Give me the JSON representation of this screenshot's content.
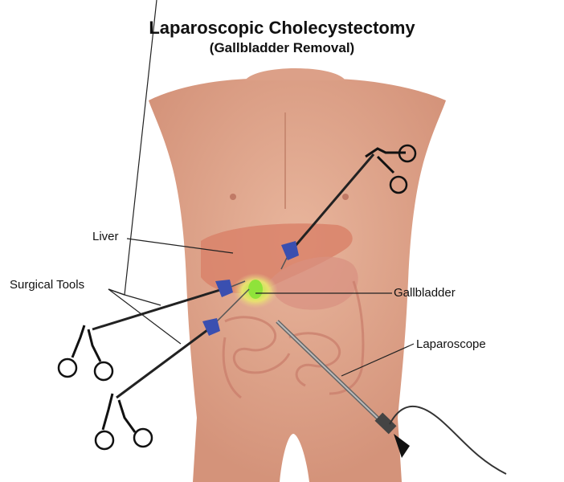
{
  "header": {
    "title": "Laparoscopic Cholecystectomy",
    "subtitle": "(Gallbladder Removal)"
  },
  "labels": {
    "liver": "Liver",
    "surgical_tools": "Surgical Tools",
    "gallbladder": "Gallbladder",
    "laparoscope": "Laparoscope"
  },
  "colors": {
    "skin": "#e3a88c",
    "liver": "#d9826a",
    "gallbladder": "#8fe33a",
    "port": "#3a4fb0"
  }
}
